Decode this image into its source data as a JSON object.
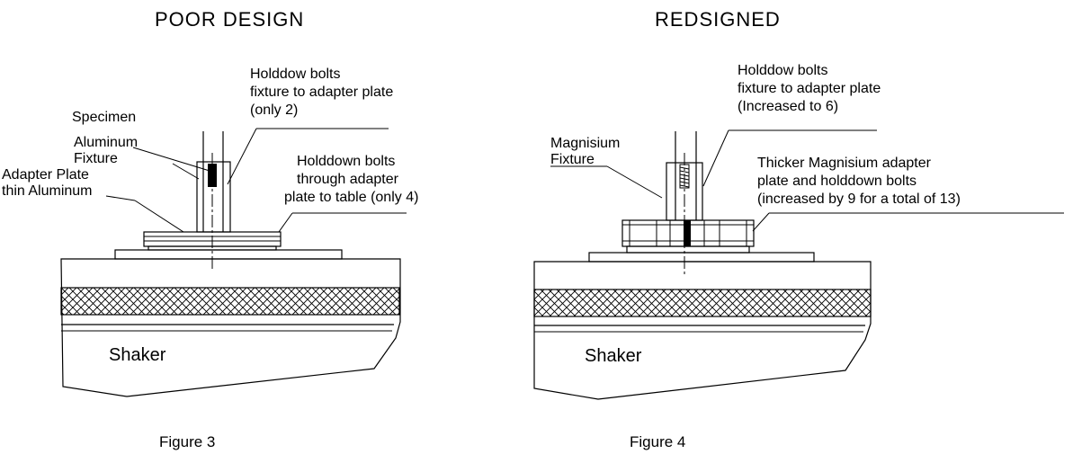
{
  "left": {
    "heading": "POOR DESIGN",
    "labels": {
      "specimen": "Specimen",
      "fixture_1": "Aluminum",
      "fixture_2": "Fixture",
      "adapter_1": "Adapter Plate",
      "adapter_2": "thin Aluminum",
      "bolts_top_1": "Holddow bolts",
      "bolts_top_2": "fixture to adapter plate",
      "bolts_top_3": "(only 2)",
      "bolts_side_1": "Holddown bolts",
      "bolts_side_2": "through adapter",
      "bolts_side_3": "plate to table (only 4)",
      "shaker": "Shaker"
    },
    "caption": "Figure 3"
  },
  "right": {
    "heading": "REDSIGNED",
    "labels": {
      "fixture_1": "Magnisium",
      "fixture_2": "Fixture",
      "bolts_top_1": "Holddow bolts",
      "bolts_top_2": "fixture to adapter plate",
      "bolts_top_3": "(Increased to 6)",
      "adapter_1": "Thicker Magnisium adapter",
      "adapter_2": "plate and holddown bolts",
      "adapter_3": "(increased by 9 for a total of 13)",
      "shaker": "Shaker"
    },
    "caption": "Figure 4"
  }
}
